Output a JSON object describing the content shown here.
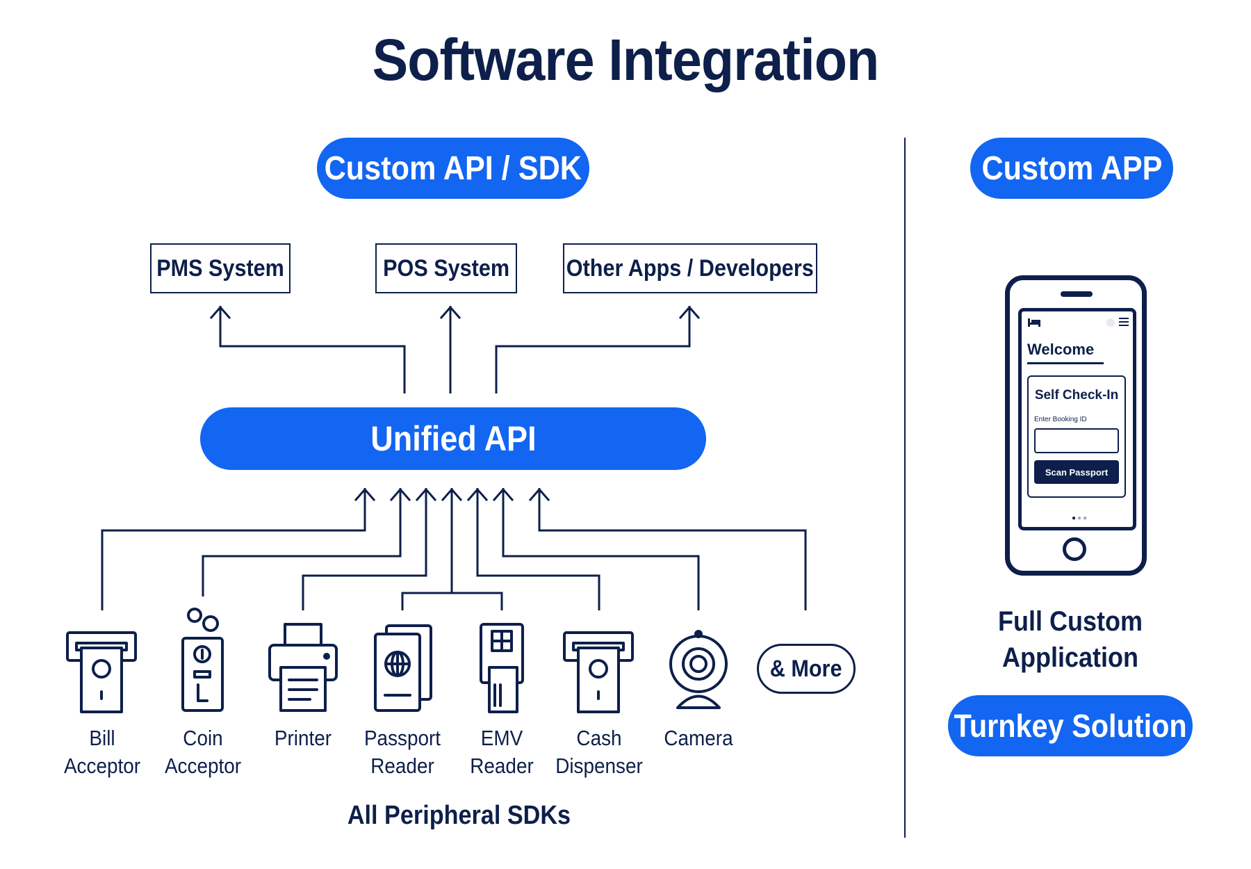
{
  "title": "Software Integration",
  "left_section": {
    "header_pill": "Custom API / SDK",
    "targets": [
      "PMS System",
      "POS System",
      "Other Apps / Developers"
    ],
    "unified_api": "Unified API",
    "peripherals": [
      {
        "line1": "Bill",
        "line2": "Acceptor",
        "icon": "bill-acceptor-icon"
      },
      {
        "line1": "Coin",
        "line2": "Acceptor",
        "icon": "coin-acceptor-icon"
      },
      {
        "line1": "Printer",
        "line2": "",
        "icon": "printer-icon"
      },
      {
        "line1": "Passport",
        "line2": "Reader",
        "icon": "passport-reader-icon"
      },
      {
        "line1": "EMV",
        "line2": "Reader",
        "icon": "emv-reader-icon"
      },
      {
        "line1": "Cash",
        "line2": "Dispenser",
        "icon": "cash-dispenser-icon"
      },
      {
        "line1": "Camera",
        "line2": "",
        "icon": "camera-icon"
      }
    ],
    "more_label": "& More",
    "footer": "All Peripheral SDKs"
  },
  "right_section": {
    "header_pill": "Custom APP",
    "phone": {
      "welcome": "Welcome",
      "card_title": "Self Check-In",
      "field_label": "Enter Booking ID",
      "button_label": "Scan Passport"
    },
    "subtitle_line1": "Full Custom",
    "subtitle_line2": "Application",
    "bottom_pill": "Turnkey Solution"
  },
  "colors": {
    "accent": "#1266f1",
    "navy": "#0d1f4a"
  }
}
